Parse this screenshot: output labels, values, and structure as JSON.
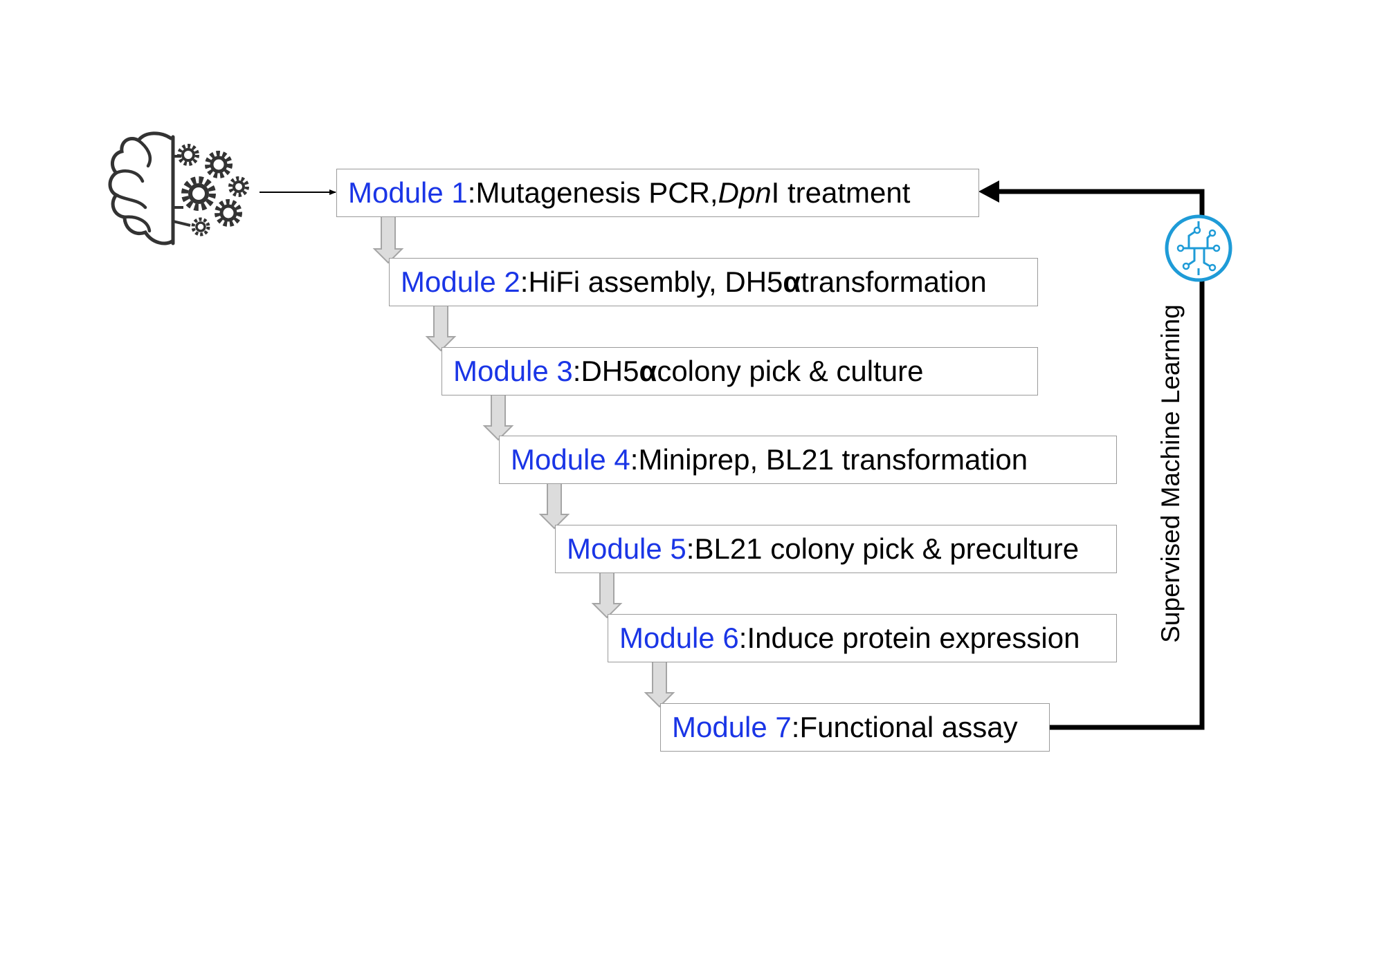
{
  "colors": {
    "module_name": "#1a35e6",
    "text": "#000000",
    "box_border": "#9a9a9a",
    "step_arrow_fill": "#dcdcdc",
    "step_arrow_stroke": "#a5a5a5",
    "ml_icon": "#1e9bd7",
    "feedback_line": "#000000"
  },
  "icons": {
    "ai": "brain-gears-icon",
    "ml": "circuit-ml-icon"
  },
  "modules": [
    {
      "name": "Module 1",
      "sep": ": ",
      "pre": "Mutagenesis PCR, ",
      "italic": "Dpn",
      "post": "I treatment"
    },
    {
      "name": "Module 2",
      "sep": ": ",
      "pre": "HiFi assembly, DH5",
      "greek": "α",
      "post": " transformation"
    },
    {
      "name": "Module 3",
      "sep": ": ",
      "pre": "DH5",
      "greek": "α",
      "post": " colony pick & culture"
    },
    {
      "name": "Module 4",
      "sep": ": ",
      "text": "Miniprep, BL21 transformation"
    },
    {
      "name": "Module 5",
      "sep": ": ",
      "text": "BL21 colony pick & preculture"
    },
    {
      "name": "Module 6",
      "sep": ": ",
      "text": "Induce protein expression"
    },
    {
      "name": "Module 7",
      "sep": ": ",
      "text": "Functional assay"
    }
  ],
  "feedback_label": "Supervised Machine Learning"
}
